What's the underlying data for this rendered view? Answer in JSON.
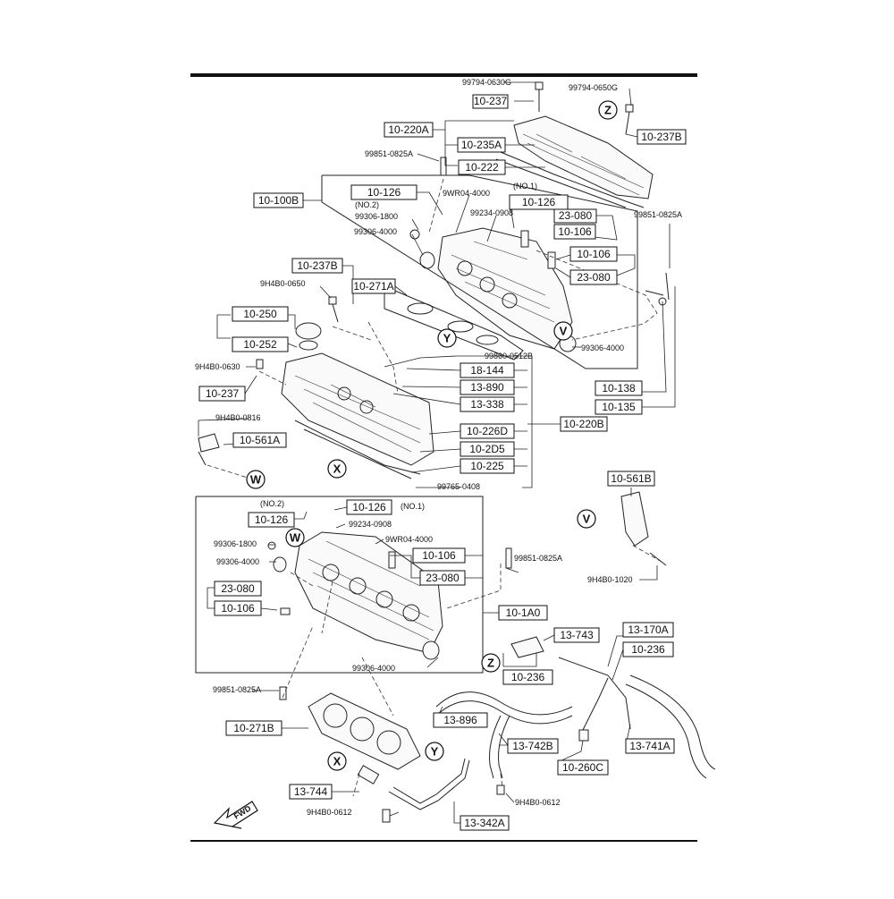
{
  "boxed_labels": [
    {
      "id": "b1",
      "text": "10-237"
    },
    {
      "id": "b2",
      "text": "10-220A"
    },
    {
      "id": "b3",
      "text": "10-235A"
    },
    {
      "id": "b4",
      "text": "10-222"
    },
    {
      "id": "b5",
      "text": "10-237B"
    },
    {
      "id": "b6",
      "text": "10-100B"
    },
    {
      "id": "b7",
      "text": "10-126"
    },
    {
      "id": "b8",
      "text": "10-126"
    },
    {
      "id": "b9",
      "text": "23-080"
    },
    {
      "id": "b10",
      "text": "10-106"
    },
    {
      "id": "b11",
      "text": "10-106"
    },
    {
      "id": "b12",
      "text": "23-080"
    },
    {
      "id": "b13",
      "text": "10-237B"
    },
    {
      "id": "b14",
      "text": "10-271A"
    },
    {
      "id": "b15",
      "text": "10-250"
    },
    {
      "id": "b16",
      "text": "10-252"
    },
    {
      "id": "b17",
      "text": "10-237"
    },
    {
      "id": "b18",
      "text": "18-144"
    },
    {
      "id": "b19",
      "text": "13-890"
    },
    {
      "id": "b20",
      "text": "13-338"
    },
    {
      "id": "b21",
      "text": "10-220B"
    },
    {
      "id": "b22",
      "text": "10-226D"
    },
    {
      "id": "b23",
      "text": "10-2D5"
    },
    {
      "id": "b24",
      "text": "10-225"
    },
    {
      "id": "b25",
      "text": "10-561A"
    },
    {
      "id": "b26",
      "text": "10-138"
    },
    {
      "id": "b27",
      "text": "10-135"
    },
    {
      "id": "b28",
      "text": "10-561B"
    },
    {
      "id": "b29",
      "text": "10-126"
    },
    {
      "id": "b30",
      "text": "10-126"
    },
    {
      "id": "b31",
      "text": "10-106"
    },
    {
      "id": "b32",
      "text": "23-080"
    },
    {
      "id": "b33",
      "text": "23-080"
    },
    {
      "id": "b34",
      "text": "10-106"
    },
    {
      "id": "b35",
      "text": "10-1A0"
    },
    {
      "id": "b36",
      "text": "13-743"
    },
    {
      "id": "b37",
      "text": "10-236"
    },
    {
      "id": "b38",
      "text": "13-170A"
    },
    {
      "id": "b39",
      "text": "10-236"
    },
    {
      "id": "b40",
      "text": "13-896"
    },
    {
      "id": "b41",
      "text": "13-742B"
    },
    {
      "id": "b42",
      "text": "13-741A"
    },
    {
      "id": "b43",
      "text": "10-260C"
    },
    {
      "id": "b44",
      "text": "10-271B"
    },
    {
      "id": "b45",
      "text": "13-744"
    },
    {
      "id": "b46",
      "text": "13-342A"
    }
  ],
  "small_labels": [
    {
      "id": "s1",
      "text": "99794-0630G"
    },
    {
      "id": "s2",
      "text": "99794-0650G"
    },
    {
      "id": "s3",
      "text": "99851-0825A"
    },
    {
      "id": "s4",
      "text": "(NO.2)"
    },
    {
      "id": "s5",
      "text": "9WR04-4000"
    },
    {
      "id": "s6",
      "text": "(NO.1)"
    },
    {
      "id": "s7",
      "text": "99234-0908"
    },
    {
      "id": "s8",
      "text": "99306-1800"
    },
    {
      "id": "s9",
      "text": "99306-4000"
    },
    {
      "id": "s10",
      "text": "99851-0825A"
    },
    {
      "id": "s11",
      "text": "9H4B0-0650"
    },
    {
      "id": "s12",
      "text": "99306-4000"
    },
    {
      "id": "s13",
      "text": "99860-0512B"
    },
    {
      "id": "s14",
      "text": "9H4B0-0630"
    },
    {
      "id": "s15",
      "text": "9H4B0-0816"
    },
    {
      "id": "s16",
      "text": "99765-0408"
    },
    {
      "id": "s17",
      "text": "(NO.2)"
    },
    {
      "id": "s18",
      "text": "(NO.1)"
    },
    {
      "id": "s19",
      "text": "99234-0908"
    },
    {
      "id": "s20",
      "text": "9WR04-4000"
    },
    {
      "id": "s21",
      "text": "99306-1800"
    },
    {
      "id": "s22",
      "text": "99306-4000"
    },
    {
      "id": "s23",
      "text": "99851-0825A"
    },
    {
      "id": "s24",
      "text": "99306-4000"
    },
    {
      "id": "s25",
      "text": "9H4B0-1020"
    },
    {
      "id": "s26",
      "text": "99851-0825A"
    },
    {
      "id": "s27",
      "text": "9H4B0-0612"
    },
    {
      "id": "s28",
      "text": "9H4B0-0612"
    }
  ],
  "circle_markers": [
    {
      "id": "c1",
      "text": "Z"
    },
    {
      "id": "c2",
      "text": "V"
    },
    {
      "id": "c3",
      "text": "Y"
    },
    {
      "id": "c4",
      "text": "X"
    },
    {
      "id": "c5",
      "text": "W"
    },
    {
      "id": "c6",
      "text": "V"
    },
    {
      "id": "c7",
      "text": "W"
    },
    {
      "id": "c8",
      "text": "Z"
    },
    {
      "id": "c9",
      "text": "Y"
    },
    {
      "id": "c10",
      "text": "X"
    }
  ],
  "fwd_label": "FWD"
}
